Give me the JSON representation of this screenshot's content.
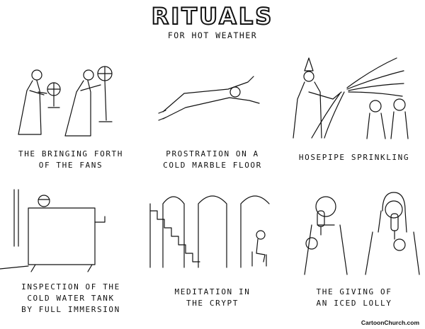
{
  "title": "RITUALS",
  "subtitle": "FOR HOT WEATHER",
  "panels": [
    {
      "caption": "THE BRINGING FORTH\nOF THE FANS"
    },
    {
      "caption": "PROSTRATION ON A\nCOLD MARBLE FLOOR"
    },
    {
      "caption": "HOSEPIPE SPRINKLING"
    },
    {
      "caption": "INSPECTION OF THE\nCOLD WATER TANK\nBY FULL IMMERSION"
    },
    {
      "caption": "MEDITATION IN\nTHE CRYPT"
    },
    {
      "caption": "THE GIVING OF\nAN ICED LOLLY"
    }
  ],
  "credit": "CartoonChurch.com"
}
